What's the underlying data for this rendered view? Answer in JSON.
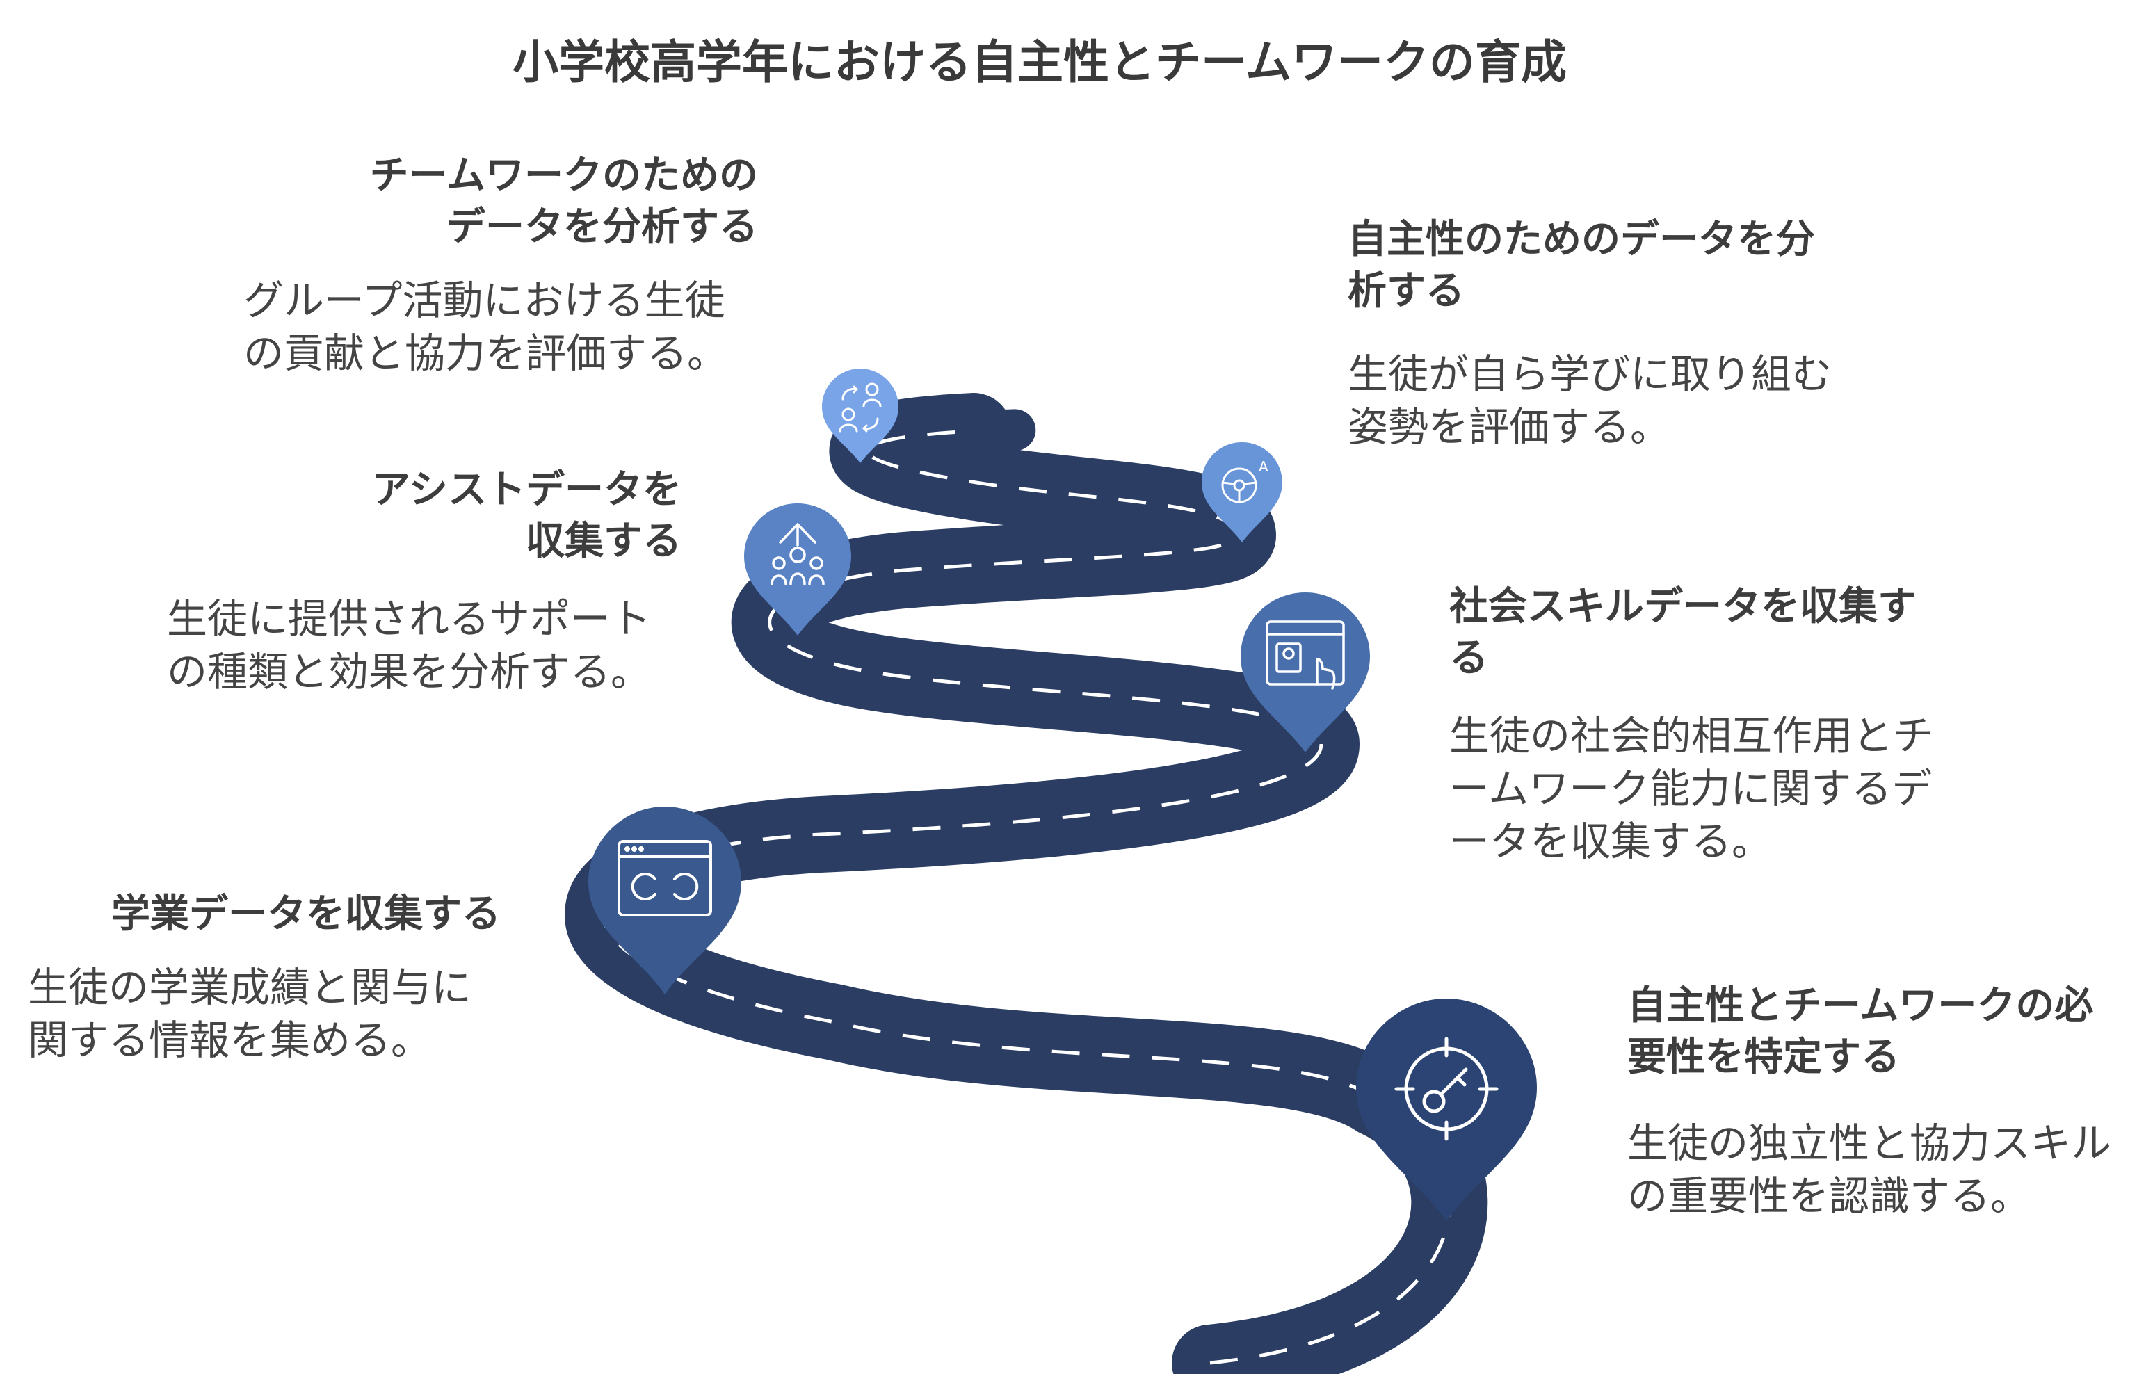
{
  "title": "小学校高学年における自主性とチームワークの育成",
  "colors": {
    "road": "#2b3d63",
    "dash": "#ffffff",
    "pin_1": "#2c4474",
    "pin_2": "#3a5a8f",
    "pin_3": "#486fab",
    "pin_4": "#5a83c6",
    "pin_5": "#6895d8",
    "pin_6": "#79a5e8",
    "pin_7": "#88b3f2"
  },
  "steps": [
    {
      "heading": "自主性とチームワークの必要性を特定する",
      "description": "生徒の独立性と協力スキルの重要性を認識する。",
      "icon": "target-key-icon"
    },
    {
      "heading": "学業データを収集する",
      "description": "生徒の学業成績と関与に関する情報を集める。",
      "icon": "browser-refresh-icon"
    },
    {
      "heading": "社会スキルデータを収集する",
      "description": "生徒の社会的相互作用とチームワーク能力に関するデータを収集する。",
      "icon": "browser-user-touch-icon"
    },
    {
      "heading": "アシストデータを収集する",
      "description": "生徒に提供されるサポートの種類と効果を分析する。",
      "icon": "team-growth-icon"
    },
    {
      "heading": "自主性のためのデータを分析する",
      "description": "生徒が自ら学びに取り組む姿勢を評価する。",
      "icon": "steering-wheel-icon"
    },
    {
      "heading": "チームワークのためのデータを分析する",
      "description": "グループ活動における生徒の貢献と協力を評価する。",
      "icon": "people-exchange-icon"
    }
  ]
}
